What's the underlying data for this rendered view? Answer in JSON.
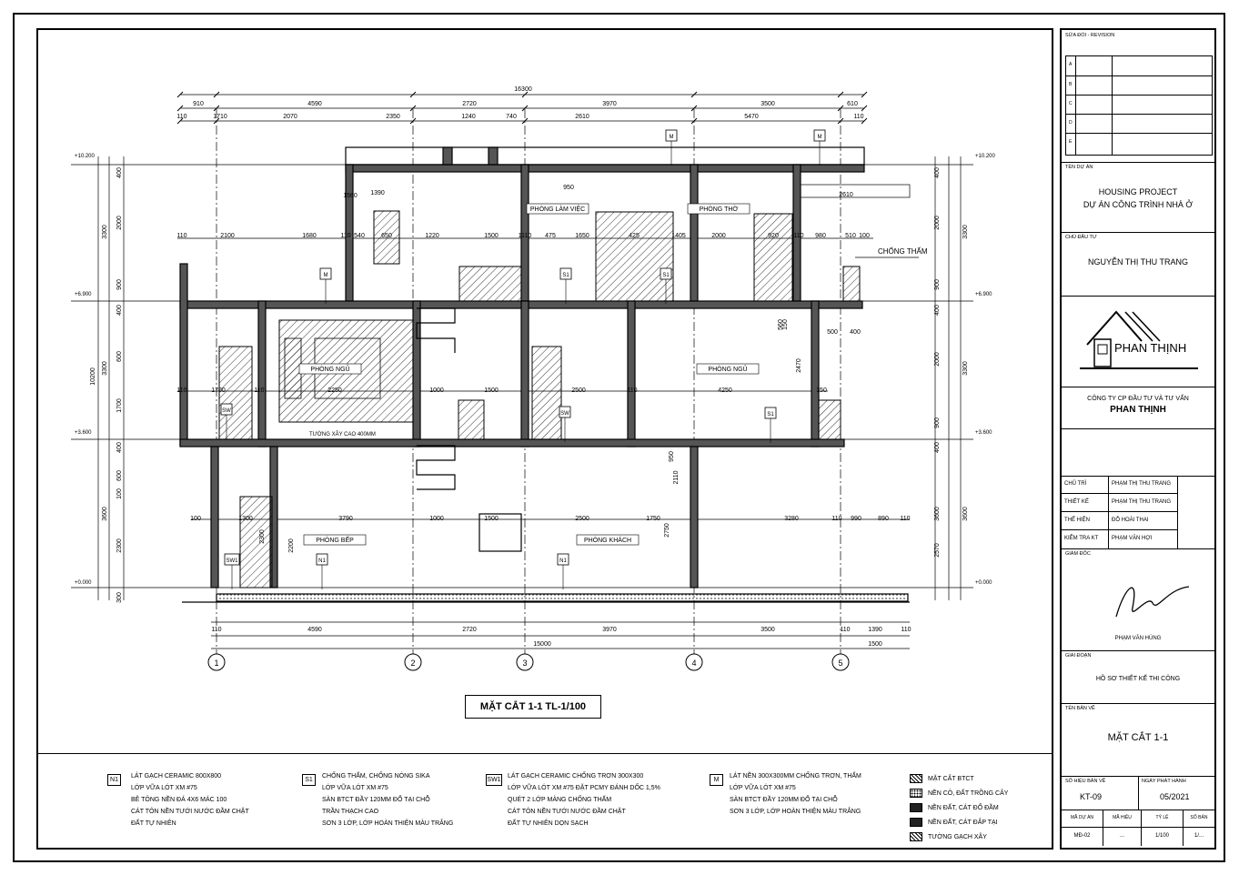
{
  "drawing": {
    "section_title": "MẶT CẮT 1-1 TL-1/100",
    "overall_top_dim": "16300",
    "top_dims_row1": [
      "910",
      "4590",
      "2720",
      "3970",
      "3500",
      "610"
    ],
    "top_dims_row2": [
      "110",
      "1710",
      "2070",
      "2350",
      "1240",
      "740",
      "2610",
      "5470",
      "110"
    ],
    "bottom_dims_row1": [
      "110",
      "4590",
      "2720",
      "3970",
      "3500",
      "110",
      "1390",
      "110"
    ],
    "bottom_total": "15000",
    "bottom_extra": "1500",
    "axis_labels": [
      "1",
      "2",
      "3",
      "4",
      "5"
    ],
    "levels": [
      "+10.200",
      "+6.900",
      "+3.600",
      "+0.000"
    ],
    "left_dims": [
      "10200",
      "3300",
      "3300",
      "3600"
    ],
    "left_sub_dims": [
      "400",
      "2000",
      "900",
      "400",
      "600",
      "1700",
      "400",
      "600",
      "100",
      "2300",
      "300"
    ],
    "right_dims": [
      "3300",
      "3300",
      "3600"
    ],
    "right_sub_dims": [
      "400",
      "2000",
      "900",
      "400",
      "2000",
      "900",
      "400",
      "3600",
      "2570"
    ],
    "rooms": [
      "PHÒNG LÀM VIỆC",
      "PHÒNG THỜ",
      "PHÒNG NGỦ",
      "PHÒNG NGỦ",
      "PHÒNG BẾP",
      "PHÒNG KHÁCH"
    ],
    "annotations": {
      "waterproof": "CHỐNG THẤM",
      "wall_note": "TƯỜNG XÂY CAO 400MM",
      "tag_m": "M",
      "tag_s1": "S1",
      "tag_sw": "SW",
      "tag_sw1": "SW1",
      "tag_n1": "N1"
    },
    "inner_dims_floor3": [
      "110",
      "2100",
      "1680",
      "110",
      "540",
      "650",
      "1220",
      "1500",
      "1110",
      "475",
      "1650",
      "425",
      "1405",
      "2000",
      "920",
      "110",
      "980",
      "510",
      "100"
    ],
    "inner_dims_floor2": [
      "110",
      "1700",
      "110",
      "2250",
      "1000",
      "1500",
      "2500",
      "110",
      "4250",
      "150"
    ],
    "inner_dims_floor1": [
      "100",
      "1300",
      "3790",
      "1000",
      "1500",
      "2500",
      "1750",
      "3280",
      "110",
      "990",
      "890",
      "110"
    ],
    "misc_dims": [
      "1390",
      "2610",
      "1560",
      "500",
      "400",
      "950",
      "2300",
      "2750",
      "2200",
      "2470",
      "560",
      "150",
      "950",
      "2110"
    ]
  },
  "legend": {
    "n1": {
      "tag": "N1",
      "lines": [
        "LÁT GẠCH CERAMIC 800X800",
        "LỚP VỮA LÓT XM #75",
        "BÊ TÔNG NỀN ĐÁ 4X6 MÁC 100",
        "CÁT TÔN NỀN TƯỚI NƯỚC ĐẦM CHẶT",
        "ĐẤT TỰ NHIÊN"
      ]
    },
    "s1": {
      "tag": "S1",
      "lines": [
        "CHỐNG THẤM, CHỐNG NÓNG SIKA",
        "LỚP VỮA LÓT XM #75",
        "SÀN BTCT ĐẦY 120MM ĐỔ TẠI CHỖ",
        "TRẦN THẠCH CAO",
        "SƠN 3 LỚP, LỚP HOÀN THIỆN MÀU TRẮNG"
      ]
    },
    "sw1": {
      "tag": "SW1",
      "lines": [
        "LÁT GẠCH CERAMIC CHỐNG TRƠN 300X300",
        "LỚP VỮA LÓT XM #75 ĐẶT PCMY ĐÁNH DỐC 1,5%",
        "QUÉT 2 LỚP MÀNG CHỐNG THẤM",
        "CÁT TÔN NỀN TƯỚI NƯỚC ĐẦM CHẶT",
        "ĐẤT TỰ NHIÊN DỌN SẠCH"
      ]
    },
    "m": {
      "tag": "M",
      "lines": [
        "LÁT NỀN 300X300MM CHỐNG TRƠN, THẤM",
        "LỚP VỮA LÓT XM #75",
        "SÀN BTCT ĐẦY 120MM ĐỔ TẠI CHỖ",
        "SƠN 3 LỚP, LỚP HOÀN THIỆN MÀU TRẮNG"
      ]
    },
    "materials": [
      "MẶT CẮT BTCT",
      "NỀN CÔ, ĐẤT TRỒNG CÂY",
      "NỀN ĐẤT, CÁT ĐỔ ĐẦM",
      "NỀN ĐẤT, CÁT ĐẮP TẠI",
      "TƯỜNG GẠCH XÂY"
    ]
  },
  "title_block": {
    "revision_label": "SỬA ĐỔI - REVISION",
    "rev_rows": [
      "A",
      "B",
      "C",
      "D",
      "E"
    ],
    "project_label": "TÊN DỰ ÁN",
    "project_en": "HOUSING PROJECT",
    "project_vi": "DỰ ÁN CÔNG TRÌNH NHÀ Ở",
    "owner_label": "CHỦ ĐẦU TƯ",
    "owner": "NGUYỄN THỊ THU TRANG",
    "company_logo_text": "PHAN THỊNH",
    "company_line1": "CÔNG TY CP ĐẦU TƯ VÀ TƯ VẤN",
    "company_line2": "PHAN THỊNH",
    "roles": [
      {
        "role": "CHỦ TRÌ",
        "name": "PHẠM THỊ THU TRANG"
      },
      {
        "role": "THIẾT KẾ",
        "name": "PHẠM THỊ THU TRANG"
      },
      {
        "role": "THỂ HIỆN",
        "name": "ĐỖ HOÀI THAI"
      },
      {
        "role": "KIỂM TRA KT",
        "name": "PHẠM VĂN HỢI"
      }
    ],
    "director_label": "GIÁM ĐỐC",
    "director_name": "PHẠM VĂN HÙNG",
    "stage_label": "GIAI ĐOẠN",
    "stage": "HỒ SƠ THIẾT KẾ THI CÔNG",
    "drawing_label": "TÊN BẢN VẼ",
    "drawing_name": "MẶT CẮT 1-1",
    "sheet_no_label": "SỐ HIỆU BẢN VẼ",
    "sheet_no": "KT-09",
    "date_label": "NGÀY PHÁT HÀNH",
    "date": "05/2021",
    "bottom_cells": [
      "MÃ DỰ ÁN",
      "MÃ HIỆU",
      "TỶ LỆ",
      "SỐ BẢN"
    ],
    "bottom_vals": [
      "MĐ-02",
      "...",
      "1/100",
      "1/..."
    ]
  }
}
